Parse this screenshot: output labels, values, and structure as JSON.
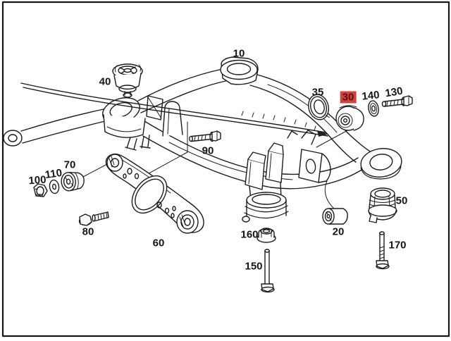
{
  "page": {
    "background": "#ffffff",
    "ink_color": "#1c1c1c",
    "frame_color": "#161616"
  },
  "highlight": {
    "background": "#cf4440",
    "text_color": "#5e0f0d",
    "highlighted_callout": "30"
  },
  "callouts": [
    {
      "label": "10",
      "highlighted": false
    },
    {
      "label": "20",
      "highlighted": false
    },
    {
      "label": "30",
      "highlighted": true
    },
    {
      "label": "35",
      "highlighted": false
    },
    {
      "label": "40",
      "highlighted": false
    },
    {
      "label": "50",
      "highlighted": false
    },
    {
      "label": "60",
      "highlighted": false
    },
    {
      "label": "70",
      "highlighted": false
    },
    {
      "label": "80",
      "highlighted": false
    },
    {
      "label": "90",
      "highlighted": false
    },
    {
      "label": "100",
      "highlighted": false
    },
    {
      "label": "110",
      "highlighted": false
    },
    {
      "label": "130",
      "highlighted": false
    },
    {
      "label": "140",
      "highlighted": false
    },
    {
      "label": "150",
      "highlighted": false
    },
    {
      "label": "160",
      "highlighted": false
    },
    {
      "label": "170",
      "highlighted": false
    }
  ]
}
